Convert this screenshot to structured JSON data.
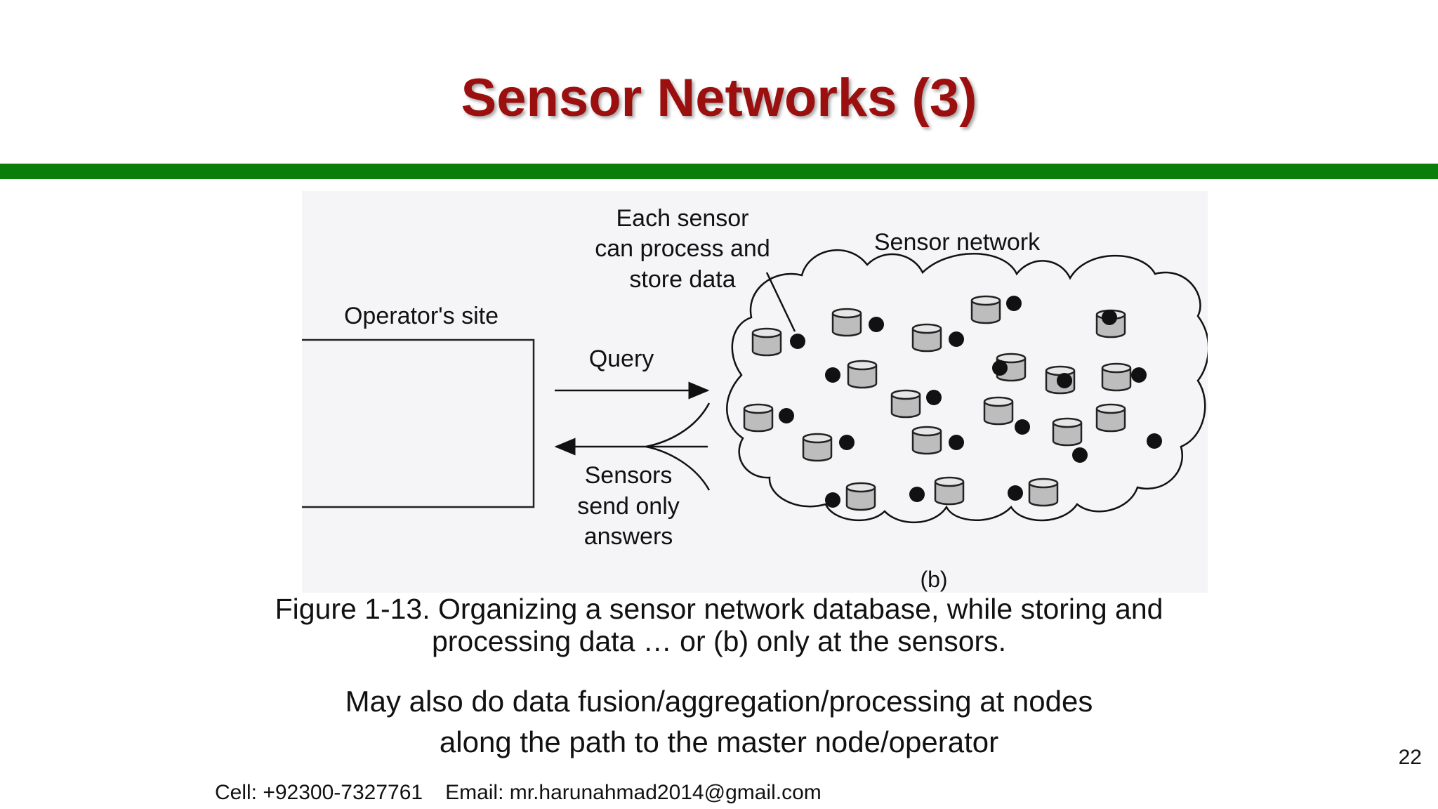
{
  "slide": {
    "title": "Sensor Networks (3)",
    "page_number": "22"
  },
  "figure": {
    "label_each_sensor": [
      "Each sensor",
      "can process and",
      "store data"
    ],
    "label_sensor_network": "Sensor network",
    "label_operator_site": "Operator's site",
    "label_query": "Query",
    "label_answers": [
      "Sensors",
      "send only",
      "answers"
    ],
    "label_part": "(b)"
  },
  "caption": {
    "line1": "Figure 1-13. Organizing a sensor network database, while storing and",
    "line2": "processing data … or (b) only at the sensors."
  },
  "body": {
    "line1": "May also do data fusion/aggregation/processing at nodes",
    "line2": "along the path to the master node/operator"
  },
  "footer": {
    "cell": "Cell: +92300-7327761",
    "email": "Email: mr.harunahmad2014@gmail.com"
  },
  "colors": {
    "title": "#9b0f0f",
    "bar": "#0a7d0a"
  }
}
